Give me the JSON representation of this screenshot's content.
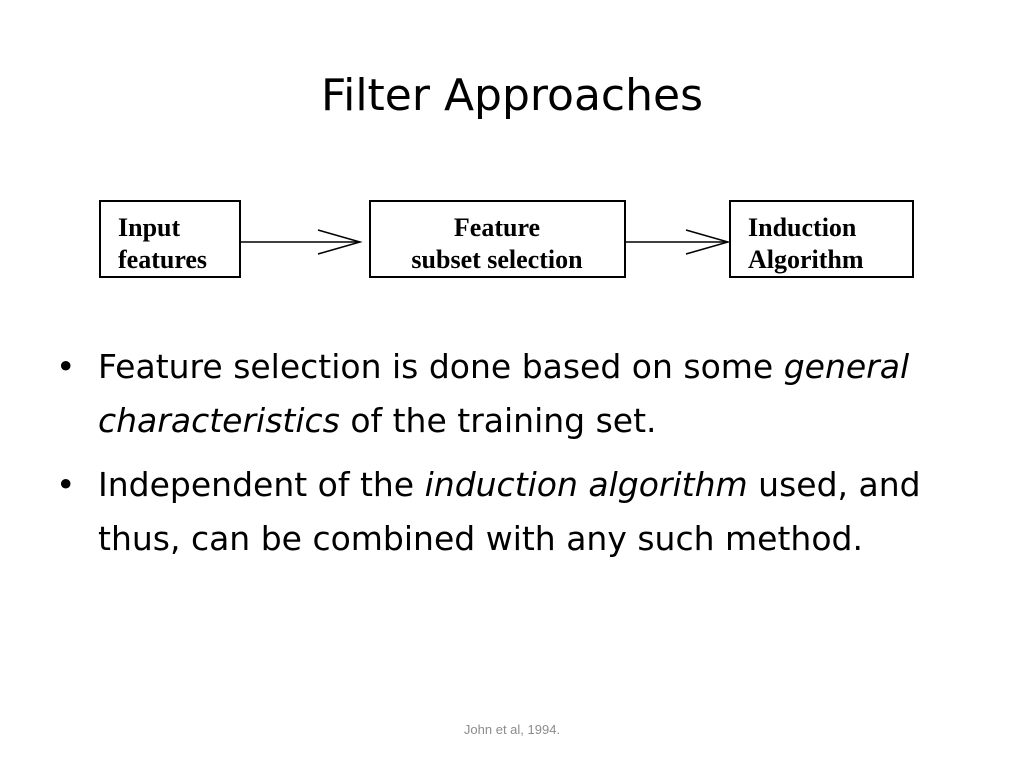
{
  "slide": {
    "title": "Filter Approaches",
    "citation": "John et al, 1994."
  },
  "diagram": {
    "boxes": [
      {
        "line1": "Input",
        "line2": "features"
      },
      {
        "line1": "Feature",
        "line2": "subset selection"
      },
      {
        "line1": "Induction",
        "line2": "Algorithm"
      }
    ]
  },
  "bullets": [
    {
      "marker": "•",
      "before": "Feature selection is done based on some ",
      "emph": "general characteristics",
      "after": " of the training set."
    },
    {
      "marker": "•",
      "before": "Independent of the ",
      "emph": "induction algorithm",
      "after": " used, and thus, can be combined with any such method."
    }
  ]
}
